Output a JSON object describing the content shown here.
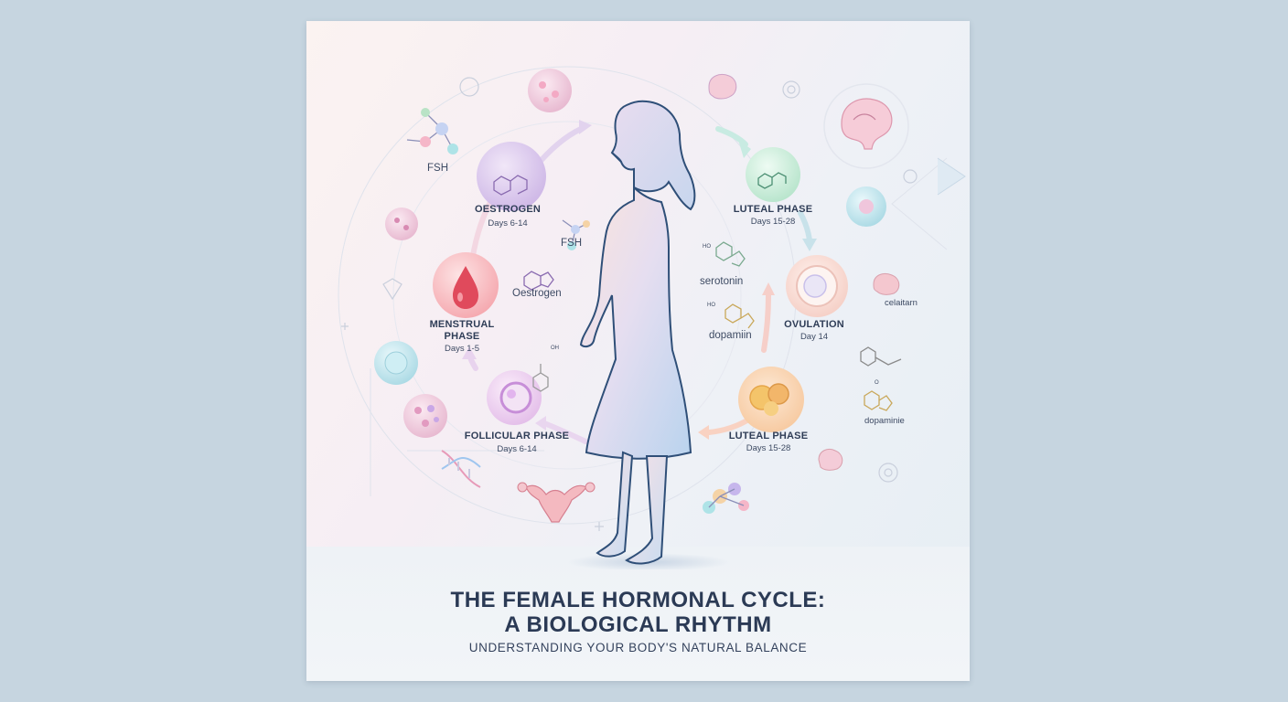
{
  "poster": {
    "title_line1": "THE FEMALE HORMONAL CYCLE:",
    "title_line2": "A BIOLOGICAL RHYTHM",
    "subtitle": "UNDERSTANDING YOUR BODY'S NATURAL BALANCE"
  },
  "phases": {
    "oestrogen": {
      "title": "OESTROGEN",
      "days": "Days 6-14"
    },
    "menstrual": {
      "title_line1": "MENSTRUAL",
      "title_line2": "PHASE",
      "days": "Days 1-5"
    },
    "follicular": {
      "title": "FOLLICULAR PHASE",
      "days": "Days 6-14"
    },
    "luteal_top": {
      "title": "LUTEAL PHASE",
      "days": "Days 15-28"
    },
    "ovulation": {
      "title": "OVULATION",
      "days": "Day 14"
    },
    "luteal_bottom": {
      "title": "LUTEAL PHASE",
      "days": "Days 15-28"
    }
  },
  "molecules": {
    "fsh_left": "FSH",
    "fsh_center": "FSH",
    "oestrogen": "Oestrogen",
    "serotonin": "serotonin",
    "dopamine_center": "dopamiin",
    "celaitarn": "celaitarn",
    "dopamine_right": "dopaminie",
    "chem_ho1": "HO",
    "chem_ho2": "HO",
    "chem_oh": "OH",
    "chem_o": "O"
  },
  "colors": {
    "background": "#c6d5e0",
    "title": "#2b3a55",
    "oestrogen": "#d9c6ec",
    "menstrual": "#f08a95",
    "follicular": "#e7c7ef",
    "luteal_top": "#cfeedd",
    "ovulation": "#f7d8cf",
    "luteal_bottom": "#f8cda8"
  }
}
